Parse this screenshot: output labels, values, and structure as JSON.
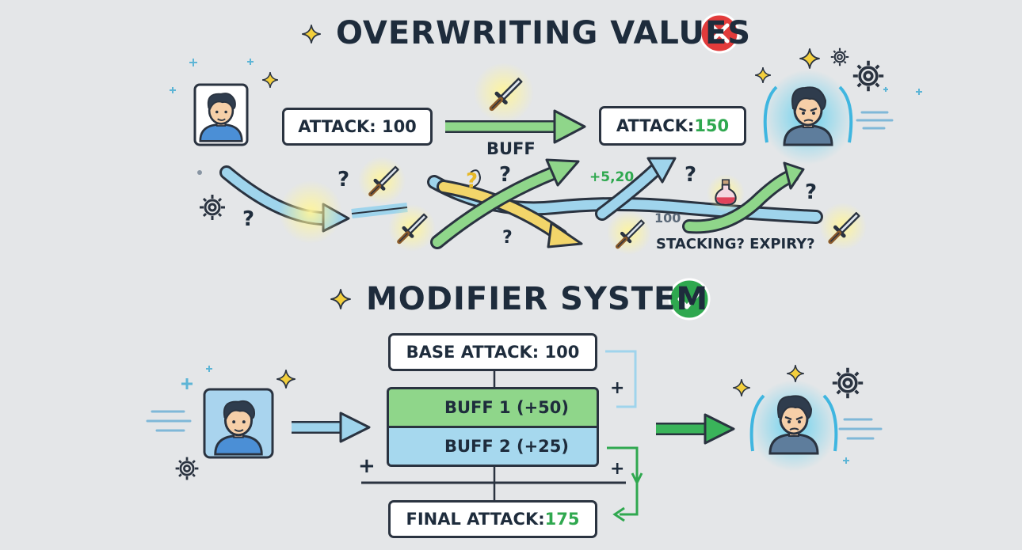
{
  "overwriting": {
    "title": "OVERWRITING VALUES",
    "status_icon": "red-x-icon",
    "attack_before": "ATTACK: 100",
    "attack_after_label": "ATTACK: ",
    "attack_after_value": "150",
    "buff_label": "BUFF",
    "chaos_label_delta": "+5,20",
    "chaos_label_value": "100",
    "chaos_caption": "STACKING? EXPIRY?",
    "question_mark": "?"
  },
  "modifier": {
    "title": "MODIFIER SYSTEM",
    "status_icon": "green-check-icon",
    "base_attack": "BASE ATTACK: 100",
    "buff1": "BUFF 1 (+50)",
    "buff2": "BUFF 2 (+25)",
    "final_label": "FINAL ATTACK: ",
    "final_value": "175",
    "plus_sign": "+"
  },
  "colors": {
    "background": "#e4e6e8",
    "green": "#2fa84f",
    "red": "#e23b3b",
    "blue_arrow": "#9fd4ec",
    "buff1_fill": "#8fd68a",
    "buff2_fill": "#a6d8ee",
    "yellow_arrow": "#f2d56a"
  }
}
